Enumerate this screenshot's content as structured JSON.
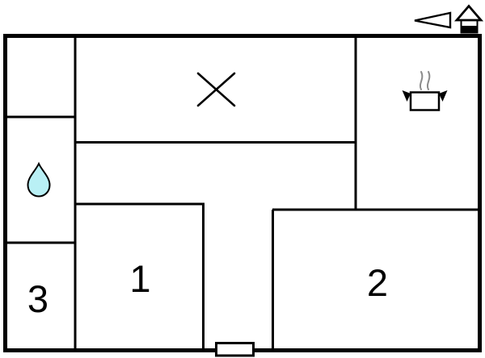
{
  "page": {
    "background": "#ffffff"
  },
  "plan": {
    "wall_color": "#000000",
    "room_labels": [
      {
        "id": "room-1",
        "label": "1"
      },
      {
        "id": "room-2",
        "label": "2"
      },
      {
        "id": "room-3",
        "label": "3"
      }
    ],
    "icons": [
      {
        "name": "cross-marker-icon",
        "color": "#000000"
      },
      {
        "name": "water-drop-icon",
        "fill": "#b9f0f5",
        "outline": "#000000"
      },
      {
        "name": "cooking-pot-icon",
        "steam_color": "#8c8c8c",
        "pot_outline": "#000000"
      },
      {
        "name": "direction-triangle-icon",
        "outline": "#000000"
      },
      {
        "name": "house-icon",
        "outline": "#000000"
      }
    ]
  }
}
